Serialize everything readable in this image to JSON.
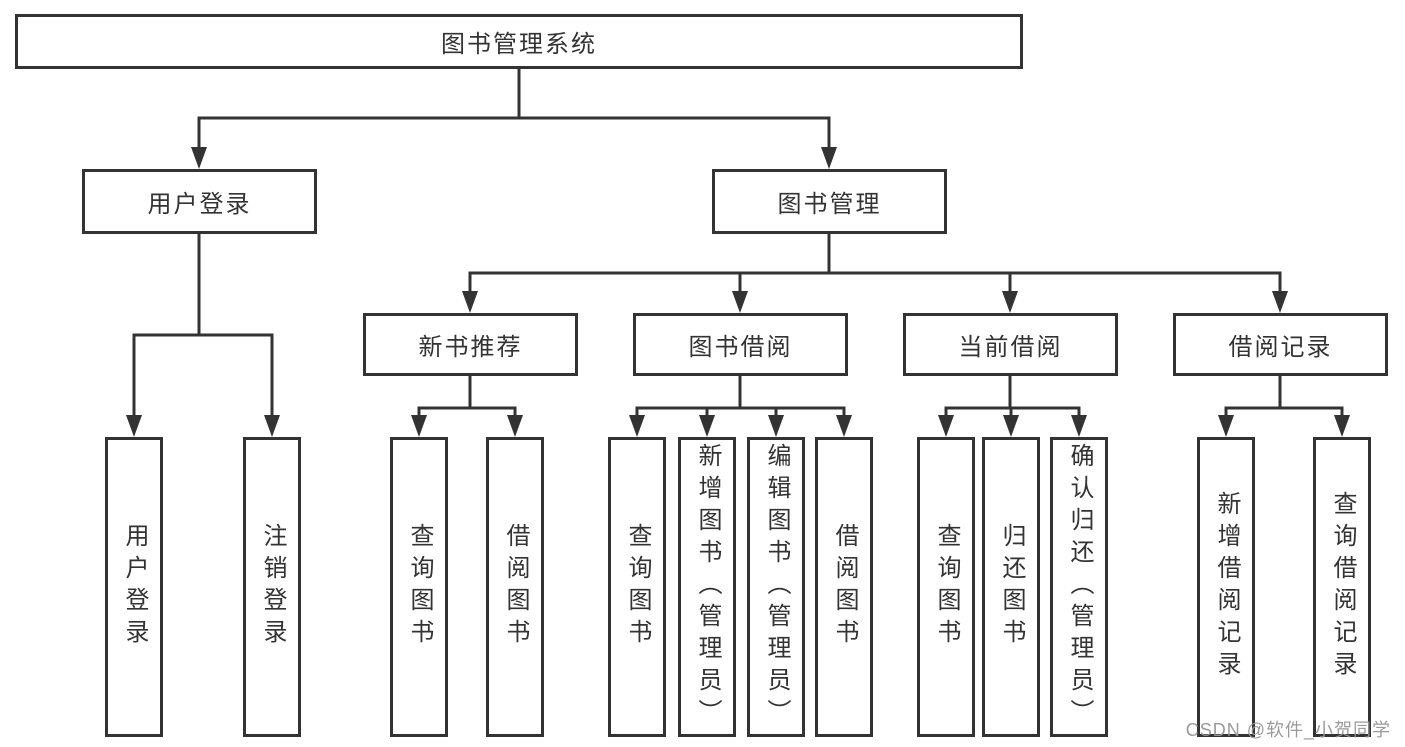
{
  "diagram": {
    "nodes": {
      "root": "图书管理系统",
      "user_login": "用户登录",
      "book_management": "图书管理",
      "leaf_user_login": "用户登录",
      "leaf_logout": "注销登录",
      "new_book_recommend": "新书推荐",
      "book_borrow": "图书借阅",
      "current_borrow": "当前借阅",
      "borrow_record": "借阅记录",
      "nbr_query_book": "查询图书",
      "nbr_borrow_book": "借阅图书",
      "bb_query_book": "查询图书",
      "bb_add_book": "新增图书（管理员）",
      "bb_edit_book": "编辑图书（管理员）",
      "bb_borrow_book": "借阅图书",
      "cb_query_book": "查询图书",
      "cb_return_book": "归还图书",
      "cb_confirm_return": "确认归还（管理员）",
      "br_add_record": "新增借阅记录",
      "br_query_record": "查询借阅记录"
    },
    "colors": {
      "line": "#333333",
      "box_border": "#333333",
      "text": "#333333",
      "background": "#ffffff",
      "watermark": "#969696"
    }
  },
  "watermark": "CSDN @软件_小贺同学"
}
